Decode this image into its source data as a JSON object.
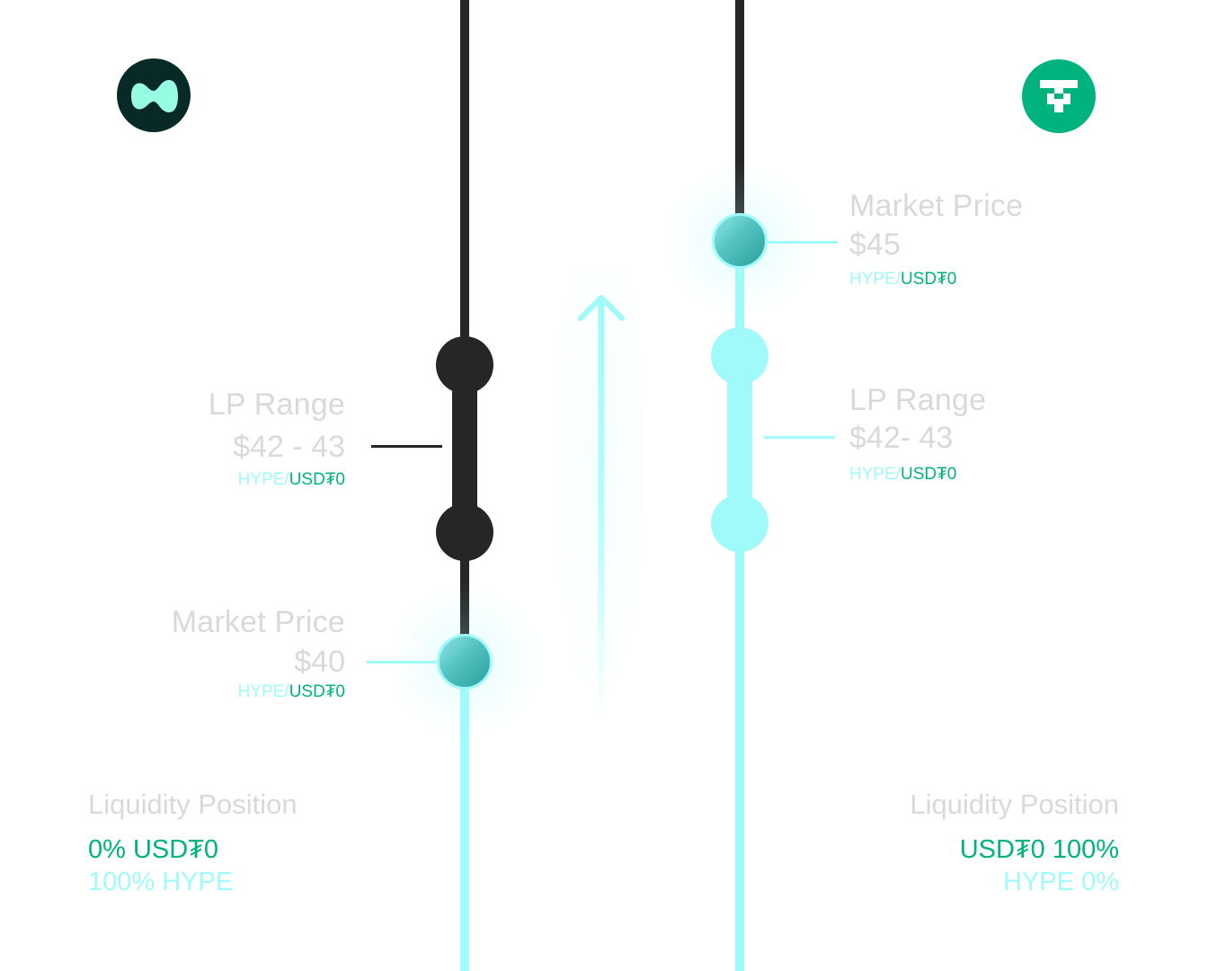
{
  "colors": {
    "dark": "#262626",
    "cyan": "#a0fafa",
    "green": "#00b37e",
    "label_gray": "#d9d9d9",
    "hyperliquid_logo_bg": "#072a27",
    "hyperliquid_logo_fg": "#97fce4",
    "usdt0_logo_bg": "#00b37e"
  },
  "left": {
    "logo": "hyperliquid-logo",
    "lp_range": {
      "label": "LP Range",
      "value": "$42 - 43",
      "pair_base": "HYPE",
      "pair_sep": "/",
      "pair_quote": "USD₮0"
    },
    "market_price": {
      "label": "Market Price",
      "value": "$40",
      "pair_base": "HYPE",
      "pair_sep": "/",
      "pair_quote": "USD₮0"
    },
    "liquidity": {
      "title": "Liquidity Position",
      "line1": "0% USD₮0",
      "line2": "100% HYPE"
    }
  },
  "right": {
    "logo": "usdt0-logo",
    "market_price": {
      "label": "Market Price",
      "value": "$45",
      "pair_base": "HYPE",
      "pair_sep": "/",
      "pair_quote": "USD₮0"
    },
    "lp_range": {
      "label": "LP Range",
      "value": "$42- 43",
      "pair_base": "HYPE",
      "pair_sep": "/",
      "pair_quote": "USD₮0"
    },
    "liquidity": {
      "title": "Liquidity Position",
      "line1": "USD₮0 100%",
      "line2": "HYPE 0%"
    }
  },
  "center": {
    "arrow": "arrow-up-icon"
  }
}
